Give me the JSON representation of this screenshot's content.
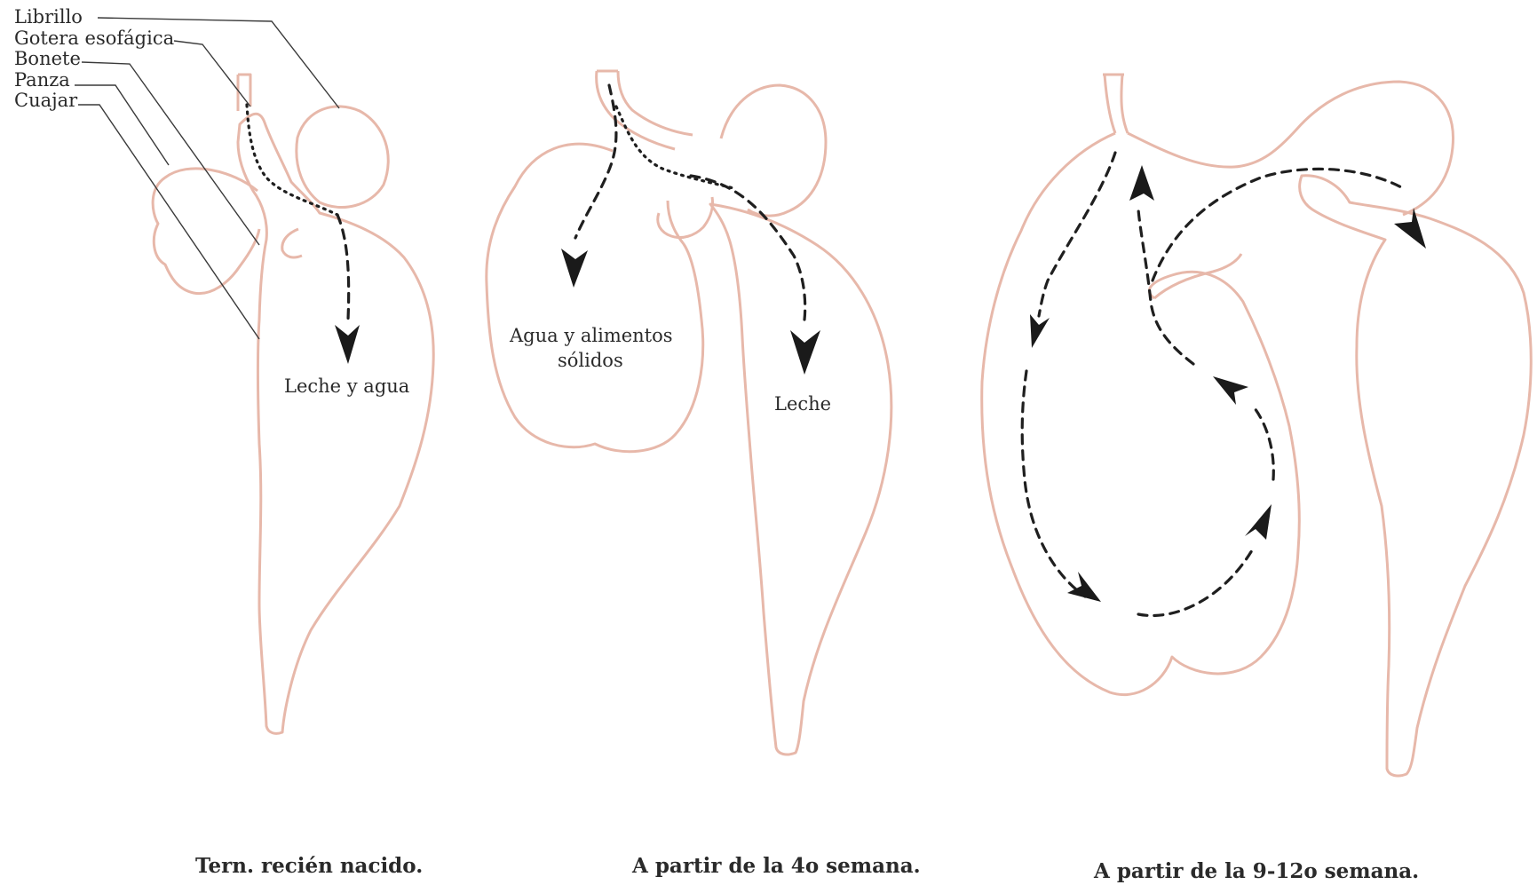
{
  "legend_labels": [
    "Librillo",
    "Gotera esofágica",
    "Bonete",
    "Panza",
    "Cuajar"
  ],
  "panel1": {
    "flow_label": "Leche y agua",
    "caption": "Tern. recién nacido."
  },
  "panel2": {
    "flow_label_left_line1": "Agua y alimentos",
    "flow_label_left_line2": "sólidos",
    "flow_label_right": "Leche",
    "caption": "A partir de la 4o semana."
  },
  "panel3": {
    "caption": "A partir de la 9-12o semana."
  },
  "colors": {
    "organ_outline": "#e7b8aa",
    "flow_arrows": "#1f1f1f",
    "text": "#2a2a2a"
  }
}
